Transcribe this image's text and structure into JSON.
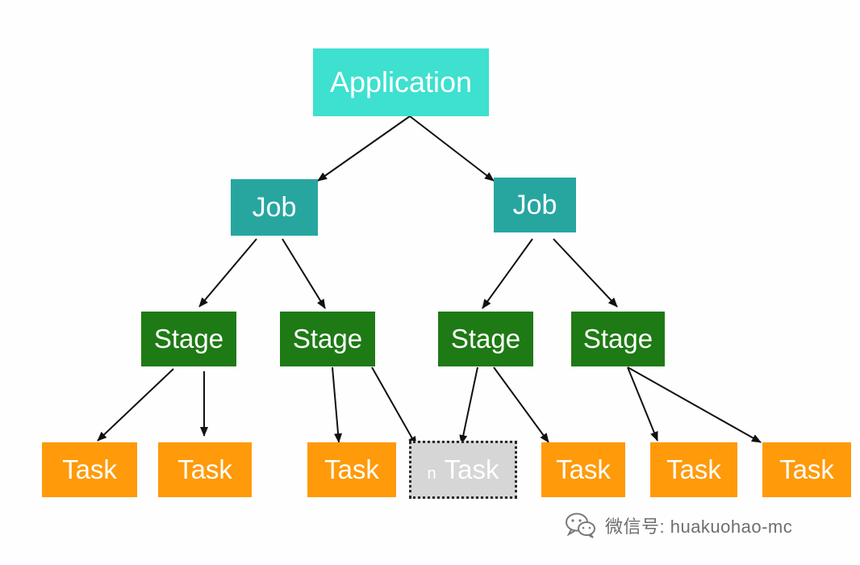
{
  "nodes": {
    "application": "Application",
    "job_left": "Job",
    "job_right": "Job",
    "stage_1": "Stage",
    "stage_2": "Stage",
    "stage_3": "Stage",
    "stage_4": "Stage",
    "task_1": "Task",
    "task_2": "Task",
    "task_3": "Task",
    "task_4_prefix": "n",
    "task_4": "Task",
    "task_5": "Task",
    "task_6": "Task",
    "task_7": "Task"
  },
  "watermark": {
    "text": "微信号: huakuohao-mc",
    "icon": "wechat-icon"
  },
  "colors": {
    "application": "#3ee0cf",
    "job": "#27a6a0",
    "stage": "#1e7a14",
    "task": "#ff9a0a",
    "task_placeholder": "#d6d6d6",
    "arrow": "#111111"
  }
}
